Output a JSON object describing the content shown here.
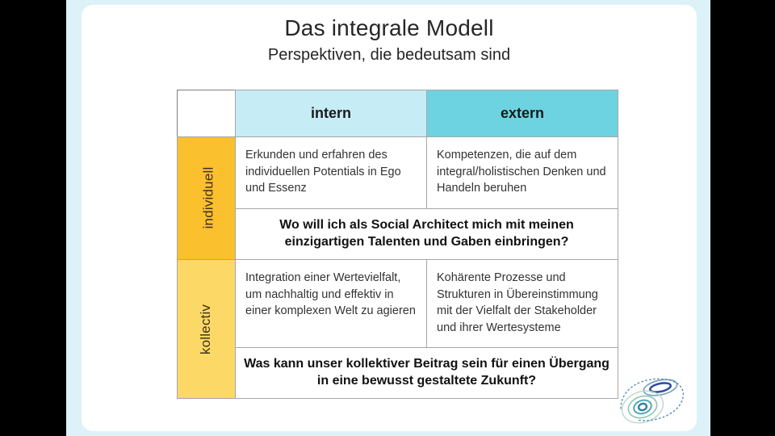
{
  "slide": {
    "title": "Das integrale Modell",
    "subtitle": "Perspektiven, die bedeutsam sind",
    "background_color": "#ffffff",
    "frame_color": "#ddf1f8",
    "letterbox_color": "#000000"
  },
  "matrix": {
    "corner_label": "",
    "column_headers": [
      {
        "label": "intern",
        "color": "#c6ecf6"
      },
      {
        "label": "extern",
        "color": "#6dd3e1"
      }
    ],
    "rows": [
      {
        "label": "individuell",
        "label_color": "#fbc02d",
        "cells": [
          "Erkunden und erfahren des individuellen Potentials in Ego und Essenz",
          "Kompetenzen, die auf dem integral/holistischen Denken und Handeln beruhen"
        ],
        "question": "Wo will ich als Social Architect mich mit meinen einzigartigen Talenten und Gaben einbringen?"
      },
      {
        "label": "kollectiv",
        "label_color": "#fcd966",
        "cells": [
          "Integration einer Wertevielfalt, um nachhaltig und effektiv in einer komplexen Welt zu agieren",
          "Kohärente Prozesse und Strukturen in Übereinstimmung mit der Vielfalt der Stakeholder und ihrer Wertesysteme"
        ],
        "question": "Was kann unser kollektiver Beitrag sein für einen Übergang in eine bewusst gestaltete Zukunft?"
      }
    ]
  },
  "logo": {
    "name": "spiral-swirl-logo",
    "colors": [
      "#3b5ea8",
      "#4fa8b8",
      "#8fc4a8"
    ]
  }
}
